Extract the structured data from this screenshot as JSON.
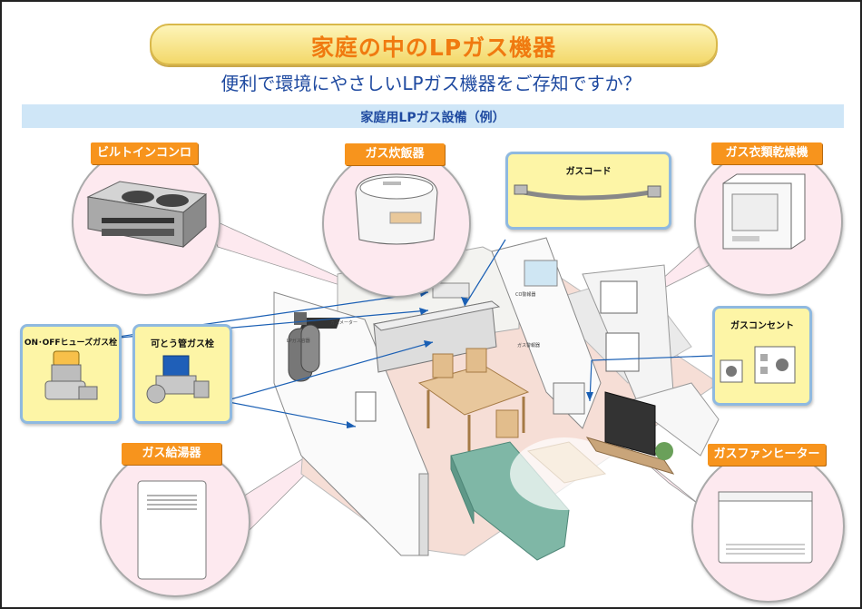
{
  "header": {
    "title": "家庭の中のLPガス機器",
    "subtitle": "便利で環境にやさしいLPガス機器をご存知ですか？",
    "band": "家庭用LPガス設備（例）"
  },
  "callouts": {
    "builtin_stove": "ビルトインコンロ",
    "rice_cooker": "ガス炊飯器",
    "gas_cord": "ガスコード",
    "dryer": "ガス衣類乾燥機",
    "fuse_valve": "ON･OFFヒューズガス栓",
    "flexible_valve": "可とう管ガス栓",
    "gas_outlet": "ガスコンセント",
    "water_heater": "ガス給湯器",
    "fan_heater": "ガスファンヒーター"
  },
  "colors": {
    "accent_orange": "#f7941d",
    "title_orange": "#f07a10",
    "heading_blue": "#1f4aa0",
    "circle_pink": "#fde9ef",
    "box_yellow": "#fdf5a6",
    "box_border_blue": "#8fb9e0",
    "leader_blue": "#1a5fb4"
  }
}
